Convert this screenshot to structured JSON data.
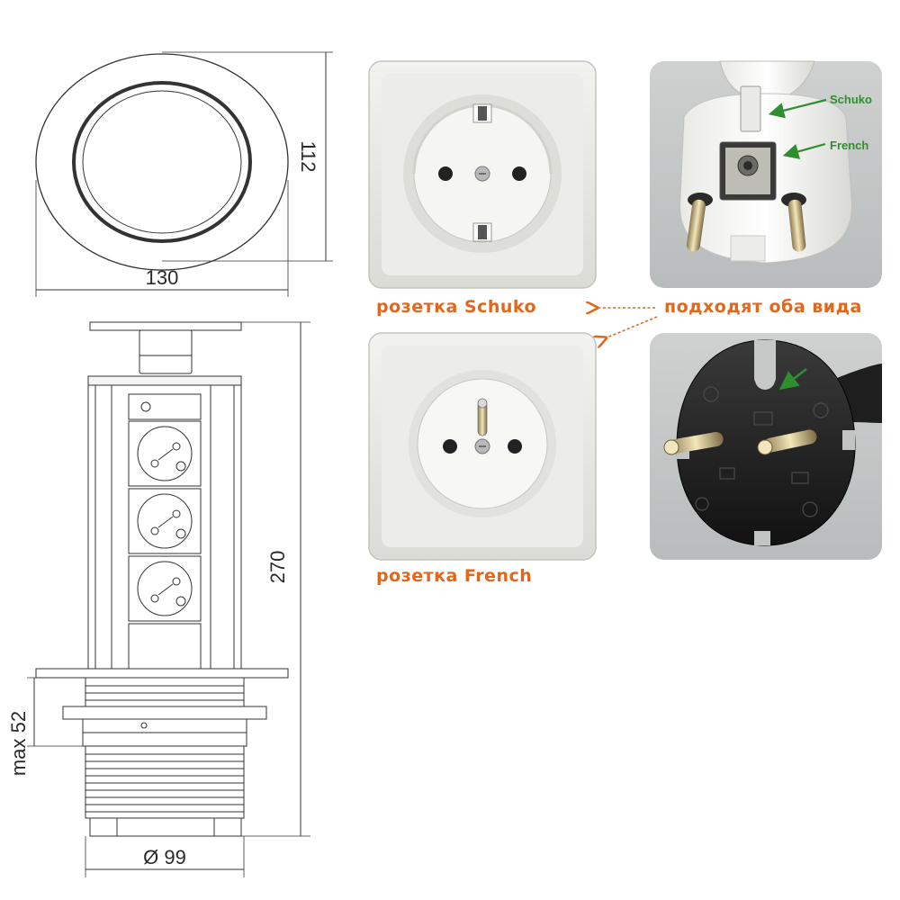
{
  "dimensions": {
    "top_width": "130",
    "top_height": "112",
    "column_height": "270",
    "max_depth": "max 52",
    "diameter": "Ø 99"
  },
  "labels": {
    "schuko_socket": "розетка Schuko",
    "french_socket": "розетка French",
    "both_fit": "подходят оба вида",
    "plug_schuko": "Schuko",
    "plug_french": "French"
  },
  "colors": {
    "orange": "#e2661c",
    "green": "#2f8f2f",
    "line": "#333333"
  }
}
